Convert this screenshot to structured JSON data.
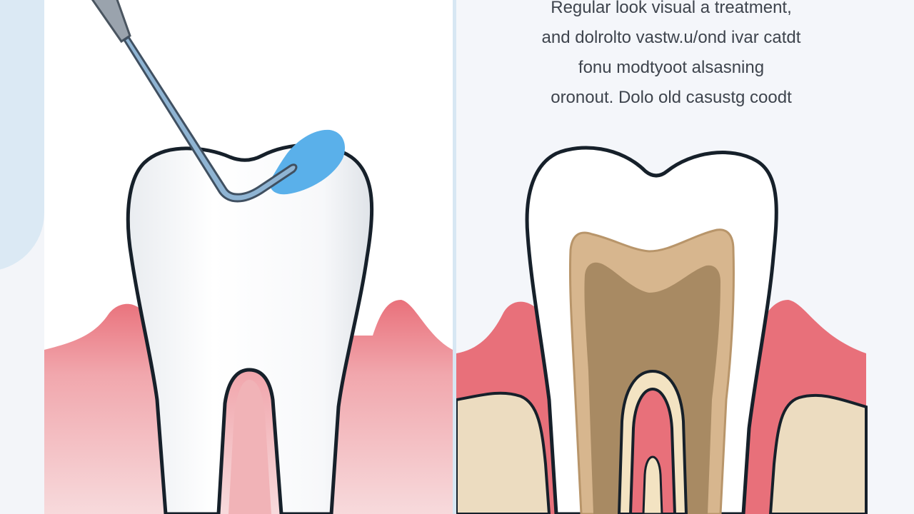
{
  "caption": {
    "lines": [
      "Regular look visual a treatment,",
      "and dolrolto vastw.u/ond ivar catdt",
      "fonu modtyoot alsasning",
      "oronout. Dolo old casustg coodt"
    ]
  },
  "colors": {
    "tooth": "#ffffff",
    "outline": "#16202a",
    "gum": "#e8707a",
    "gum_light": "#f6d3d5",
    "dentin": "#d7b68e",
    "decay": "#a88a63",
    "filling": "#5ab0ea",
    "bone": "#ecdcc0",
    "panel_left": "#ffffff",
    "panel_right": "#f4f6fa"
  },
  "icons": [
    "dental-probe-icon",
    "tooth-icon",
    "tooth-cross-section-icon"
  ]
}
